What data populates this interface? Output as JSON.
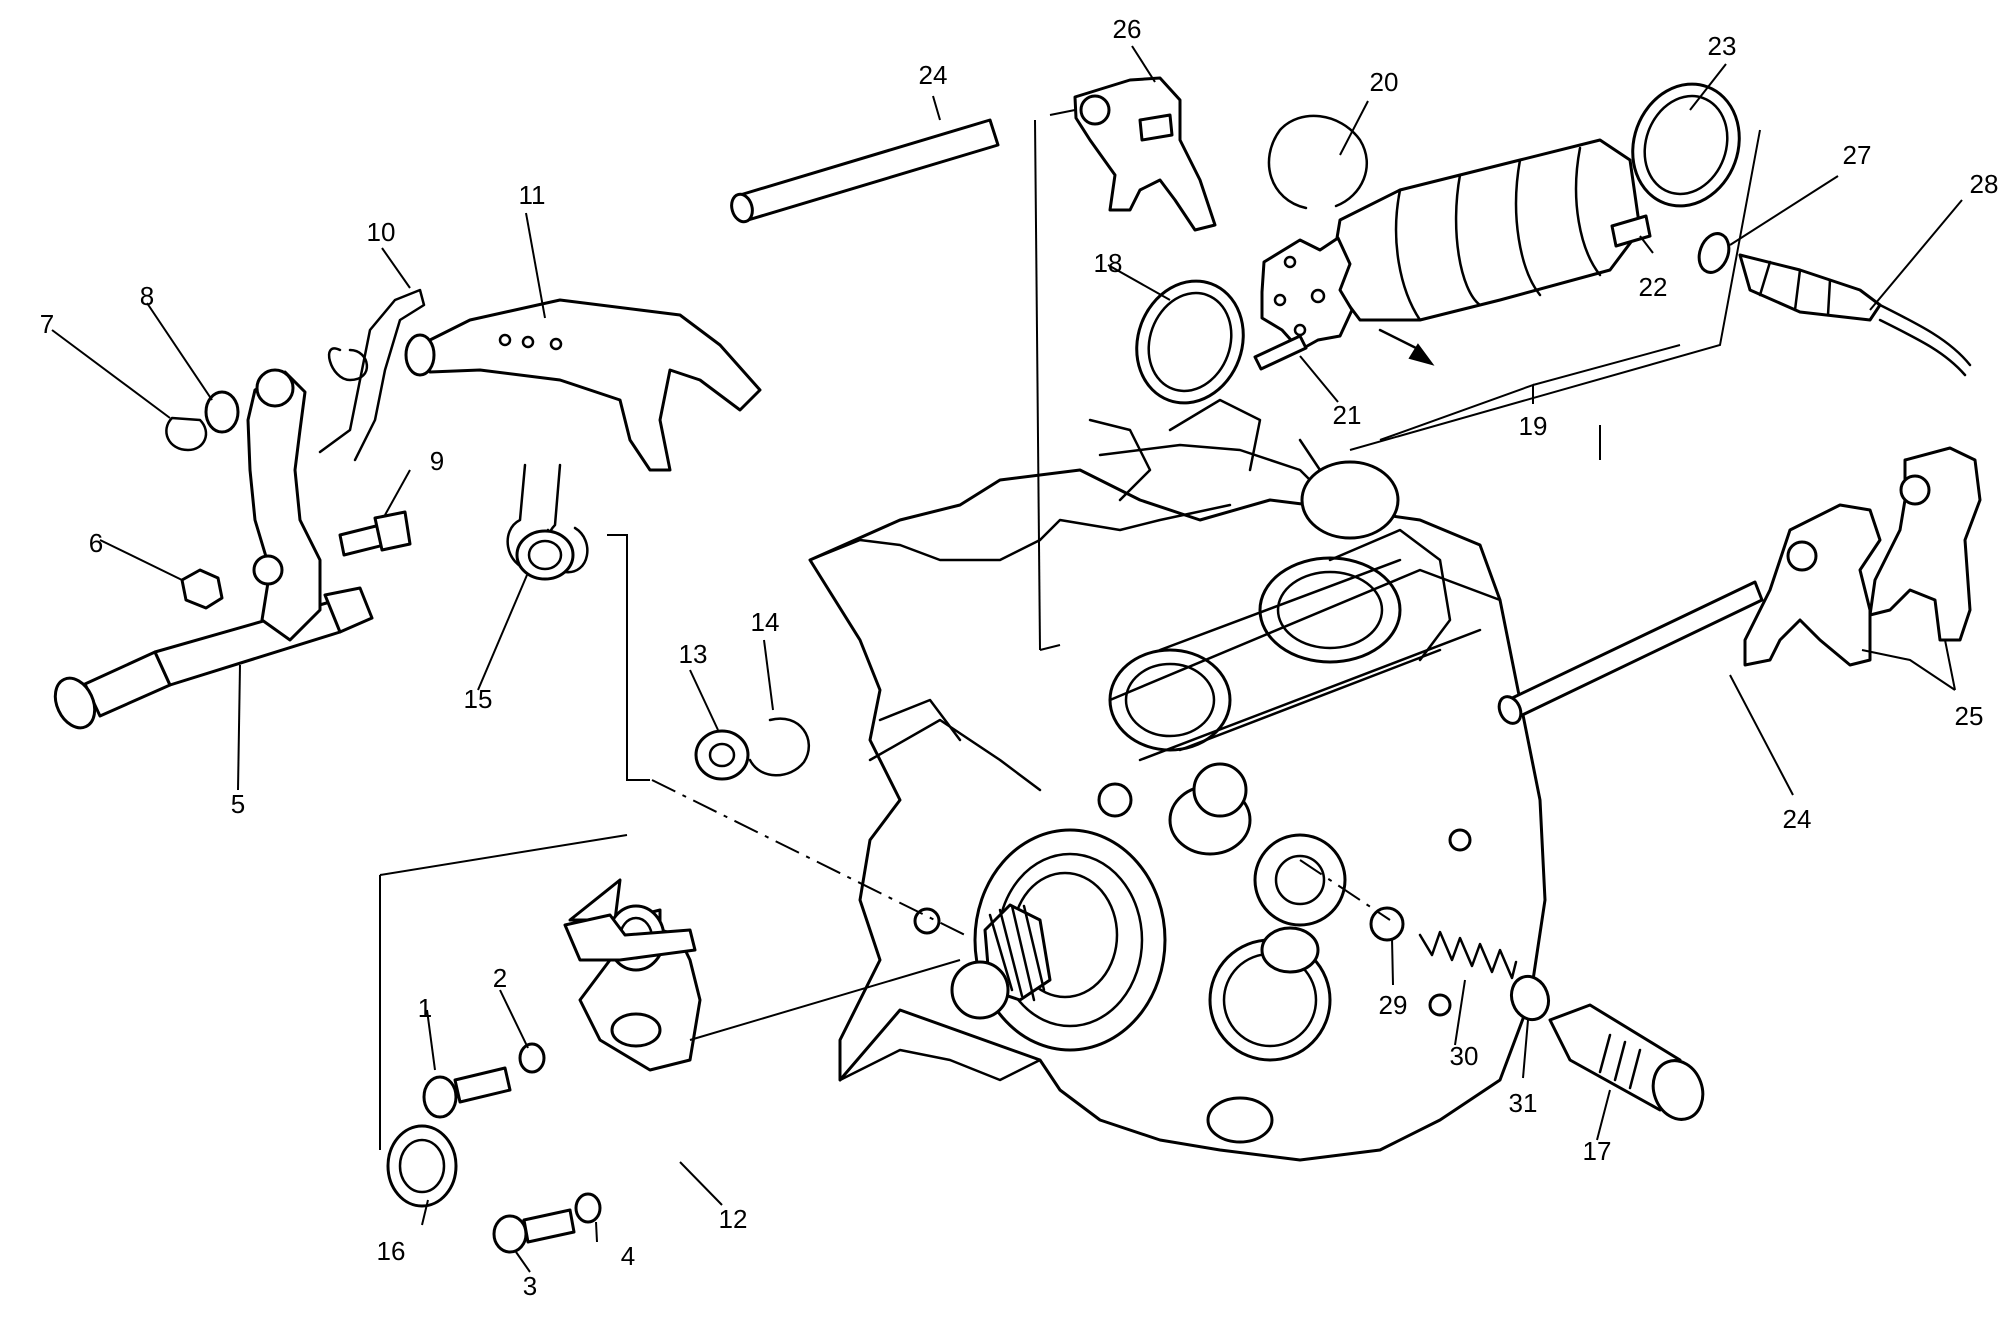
{
  "colors": {
    "ink": "#000000",
    "paper": "#ffffff"
  },
  "callouts": [
    {
      "id": "c1",
      "label": "1"
    },
    {
      "id": "c2",
      "label": "2"
    },
    {
      "id": "c3",
      "label": "3"
    },
    {
      "id": "c4",
      "label": "4"
    },
    {
      "id": "c5",
      "label": "5"
    },
    {
      "id": "c6",
      "label": "6"
    },
    {
      "id": "c7",
      "label": "7"
    },
    {
      "id": "c8",
      "label": "8"
    },
    {
      "id": "c9",
      "label": "9"
    },
    {
      "id": "c10",
      "label": "10"
    },
    {
      "id": "c11",
      "label": "11"
    },
    {
      "id": "c12",
      "label": "12"
    },
    {
      "id": "c13",
      "label": "13"
    },
    {
      "id": "c14",
      "label": "14"
    },
    {
      "id": "c15",
      "label": "15"
    },
    {
      "id": "c16",
      "label": "16"
    },
    {
      "id": "c17",
      "label": "17"
    },
    {
      "id": "c18",
      "label": "18"
    },
    {
      "id": "c19",
      "label": "19"
    },
    {
      "id": "c20",
      "label": "20"
    },
    {
      "id": "c21",
      "label": "21"
    },
    {
      "id": "c22",
      "label": "22"
    },
    {
      "id": "c23",
      "label": "23"
    },
    {
      "id": "c24a",
      "label": "24"
    },
    {
      "id": "c24b",
      "label": "24"
    },
    {
      "id": "c25",
      "label": "25"
    },
    {
      "id": "c26",
      "label": "26"
    },
    {
      "id": "c27",
      "label": "27"
    },
    {
      "id": "c28",
      "label": "28"
    },
    {
      "id": "c29",
      "label": "29"
    },
    {
      "id": "c30",
      "label": "30"
    },
    {
      "id": "c31",
      "label": "31"
    }
  ]
}
